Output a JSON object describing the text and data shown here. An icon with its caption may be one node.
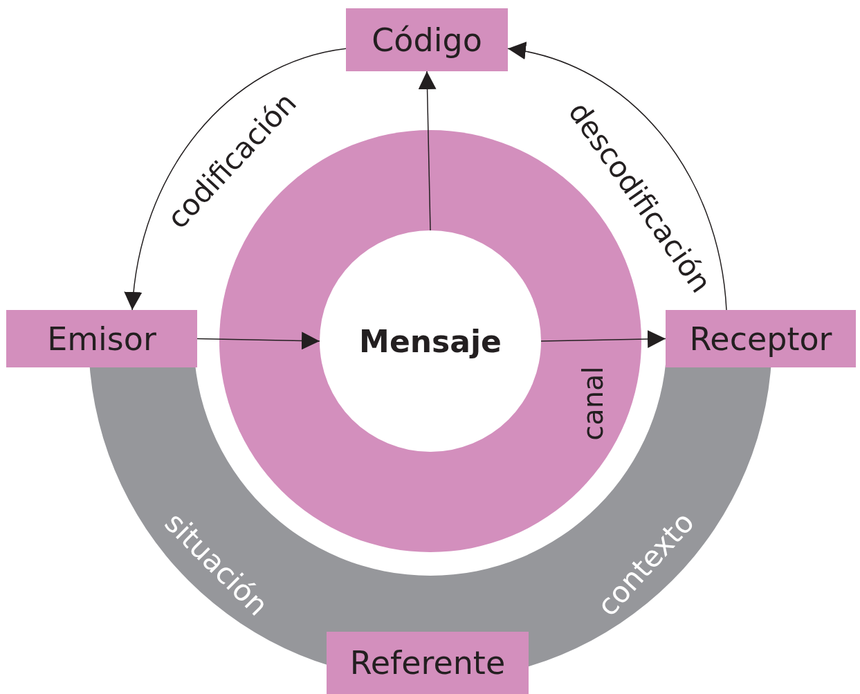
{
  "diagram": {
    "nodes": [
      {
        "text": [
          "Código"
        ]
      },
      {
        "text": [
          "Emisor"
        ]
      },
      {
        "text": [
          "canal"
        ]
      },
      {
        "text": [
          "Mensaje"
        ],
        "in": 2
      },
      {
        "text": [
          "Receptor"
        ]
      },
      {
        "text": [
          "situación",
          "contexto"
        ]
      },
      {
        "text": [
          "Referente"
        ]
      }
    ],
    "edges": [
      {
        "from": 1,
        "to": 3,
        "arrow": "to"
      },
      {
        "from": 3,
        "to": 4,
        "arrow": "to"
      },
      {
        "from": 3,
        "to": 0,
        "arrow": "to"
      },
      {
        "from": 0,
        "to": 1,
        "arrow": "to",
        "label": "codificación"
      },
      {
        "from": 4,
        "to": 0,
        "arrow": "to",
        "label": "descodificación"
      }
    ]
  }
}
